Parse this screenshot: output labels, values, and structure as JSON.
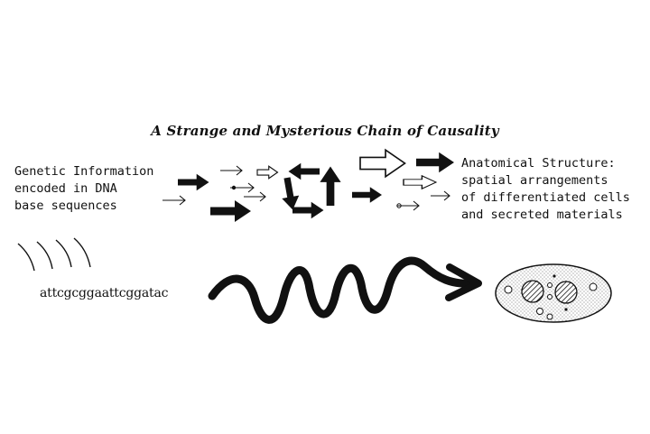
{
  "diagram": {
    "title": "A Strange and Mysterious Chain of Causality",
    "left_block": {
      "lines": [
        "Genetic Information",
        "encoded in DNA",
        "base sequences"
      ]
    },
    "right_block": {
      "lines": [
        "Anatomical Structure:",
        "spatial arrangements",
        "of differentiated cells",
        "and secreted materials"
      ]
    },
    "dna_sequence": "attcgcggaattcggatac"
  }
}
